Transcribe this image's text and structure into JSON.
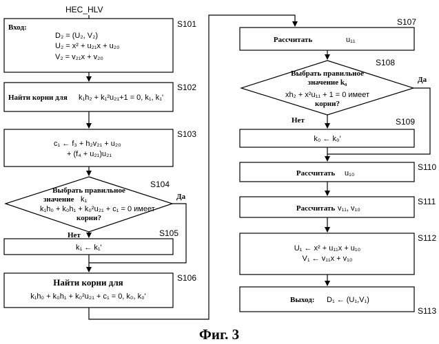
{
  "header": {
    "title": "HEC_HLV"
  },
  "caption": "Фиг. 3",
  "steps": {
    "s101": {
      "id": "S101",
      "title": "Вход:",
      "line1": "D₂ = (U₂, V₂)",
      "line2": "U₂ = x² + u₂₁x + u₂₀",
      "line3": "V₂ = v₂₁x + v₂₀"
    },
    "s102": {
      "id": "S102",
      "text": "Найти корни для",
      "formula": "k₁h₂ + k₁²u₂₁+1 = 0, k₁, k₁'"
    },
    "s103": {
      "id": "S103",
      "line1": "c₁ ← f₃ + h₂v₂₁ + u₂₀",
      "line2": "+ (f₄ + u₂₁)u₂₁"
    },
    "s104": {
      "id": "S104",
      "line1": "Выбрать правильное",
      "line2a": "значение",
      "line2b": "k₁",
      "line3": "k₁h₀ + k₀h₁ + k₀²u₂₁ + c₁ = 0 имеет",
      "line4": "корни?",
      "yes": "Да",
      "no": "Нет"
    },
    "s105": {
      "id": "S105",
      "text": "k₁ ← k₁'"
    },
    "s106": {
      "id": "S106",
      "text": "Найти корни для",
      "formula": "k₁h₀ + k₀h₁ + k₀²u₂₁ + c₁ = 0, k₀, k₀'"
    },
    "s107": {
      "id": "S107",
      "text": "Рассчитать",
      "var": "u₁₁"
    },
    "s108": {
      "id": "S108",
      "line1": "Выбрать правильное",
      "line2": "значение k₀",
      "line3": "xh₂ + x²u₁₁ + 1 = 0 имеет",
      "line4": "корни?",
      "yes": "Да",
      "no": "Нет"
    },
    "s109": {
      "id": "S109",
      "text": "k₀ ← k₀'"
    },
    "s110": {
      "id": "S110",
      "text": "Рассчитать",
      "var": "u₁₀"
    },
    "s111": {
      "id": "S111",
      "text": "Рассчитать",
      "var": "v₁₁, v₁₀"
    },
    "s112": {
      "id": "S112",
      "line1": "U₁ ← x² + u₁₁x + u₁₀",
      "line2": "V₁ ← v₁₁x + v₁₀"
    },
    "s113": {
      "id": "S113",
      "text": "Выход:",
      "formula": "D₁ ← (U₁,V₁)"
    }
  }
}
